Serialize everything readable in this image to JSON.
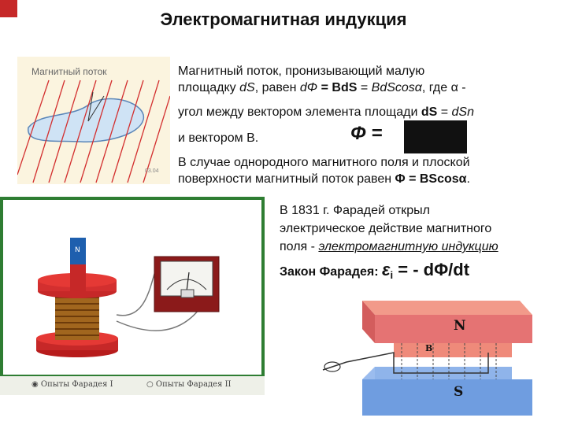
{
  "header": {
    "title": "Электромагнитная индукция"
  },
  "flux_figure": {
    "label": "Магнитный поток",
    "code": "03.04"
  },
  "flux_text": {
    "line1": "Магнитный поток, пронизывающий малую",
    "line2_pre": "площадку ",
    "line2_ds": "dS",
    "line2_mid": ", равен ",
    "line2_dphi": "dΦ",
    "line2_eq": " = ",
    "line2_bds": "BdS",
    "line2_eq2": " = ",
    "line2_bdscos": "BdScosα",
    "line2_post": ", где α -",
    "line3_pre": "угол между вектором  элемента площади ",
    "line3_ds": "dS",
    "line3_eq": " = ",
    "line3_dsn": "dSn",
    "line4": "и вектором B.",
    "phi_eq": "Φ =",
    "line5": "В случае однородного магнитного поля и плоской",
    "line6_pre": "поверхности магнитный поток равен ",
    "line6_formula": "Φ = BScosα",
    "line6_post": "."
  },
  "faraday_figure": {
    "radio1": "Опыты Фарадея I",
    "radio2": "Опыты Фарадея II"
  },
  "faraday_text": {
    "line1": "В 1831 г. Фарадей открыл",
    "line2": "электрическое действие магнитного",
    "line3_pre": "поля - ",
    "line3_link": "электромагнитную индукцию",
    "law_label": "Закон Фарадея: ",
    "law_eps": "ε",
    "law_sub": "i",
    "law_rest": " = - dΦ/dt"
  },
  "magnet_figure": {
    "north": "N",
    "south": "S",
    "field": "B"
  }
}
